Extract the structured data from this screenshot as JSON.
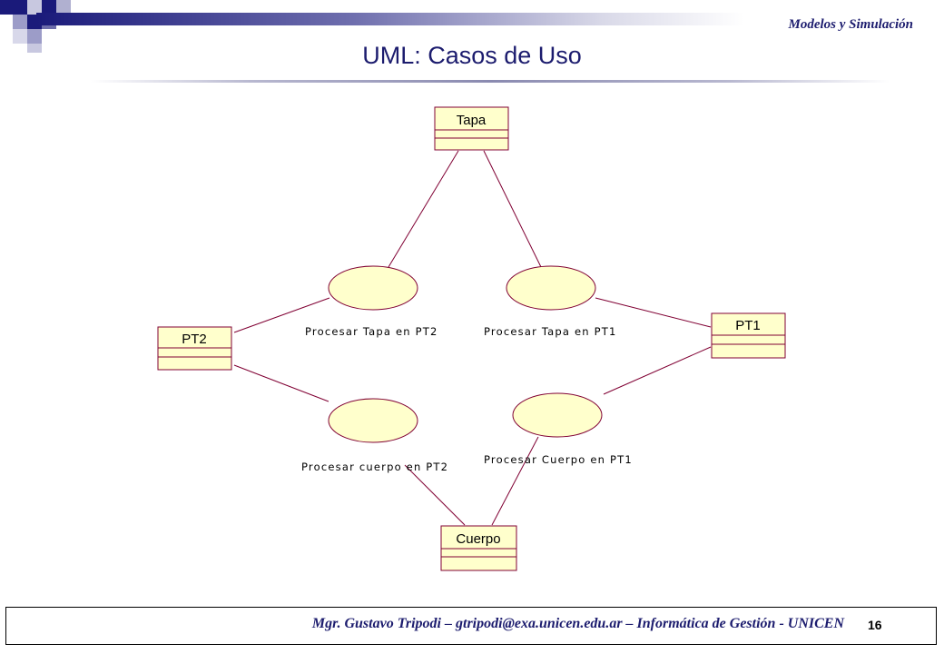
{
  "header": {
    "course": "Modelos y Simulación",
    "title": "UML: Casos de Uso"
  },
  "diagram": {
    "classes": [
      {
        "id": "tapa",
        "name": "Tapa"
      },
      {
        "id": "pt2",
        "name": "PT2"
      },
      {
        "id": "pt1",
        "name": "PT1"
      },
      {
        "id": "cuerpo",
        "name": "Cuerpo"
      }
    ],
    "use_cases": [
      {
        "id": "uc1",
        "label": "Procesar Tapa en PT2"
      },
      {
        "id": "uc2",
        "label": "Procesar Tapa en PT1"
      },
      {
        "id": "uc3",
        "label": "Procesar cuerpo en PT2"
      },
      {
        "id": "uc4",
        "label": "Procesar Cuerpo en PT1"
      }
    ],
    "colors": {
      "class_fill": "#ffffcc",
      "class_border": "#800033",
      "line": "#800033",
      "usecase_fill": "#ffffcc"
    }
  },
  "footer": {
    "text": "Mgr. Gustavo Tripodi – gtripodi@exa.unicen.edu.ar – Informática de Gestión - UNICEN",
    "page_number": "16"
  }
}
